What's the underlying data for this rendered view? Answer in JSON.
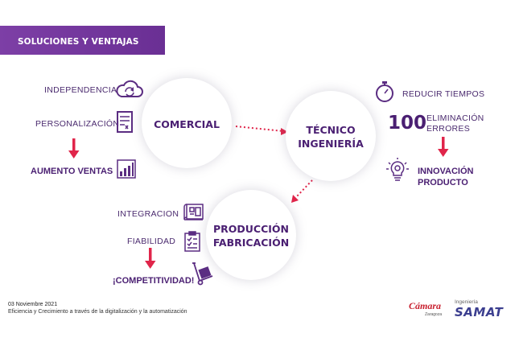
{
  "header": {
    "title": "SOLUCIONES Y VENTAJAS"
  },
  "circles": {
    "comercial": "COMERCIAL",
    "tecnico_line1": "TÉCNICO",
    "tecnico_line2": "INGENIERÍA",
    "produccion_line1": "PRODUCCIÓN",
    "produccion_line2": "FABRICACIÓN"
  },
  "comercial_items": {
    "independencia": "INDEPENDENCIA",
    "personalizacion": "PERSONALIZACIÓN",
    "aumento_ventas": "AUMENTO VENTAS"
  },
  "tecnico_items": {
    "reducir_tiempos": "REDUCIR TIEMPOS",
    "big_number": "100",
    "eliminacion_line1": "ELIMINACIÓN",
    "eliminacion_line2": "ERRORES",
    "innovacion_line1": "INNOVACIÓN",
    "innovacion_line2": "PRODUCTO"
  },
  "produccion_items": {
    "integracion": "INTEGRACION",
    "fiabilidad": "FIABILIDAD",
    "competitividad": "¡COMPETITIVIDAD!"
  },
  "icons": [
    "cloud-sync-icon",
    "checklist-document-icon",
    "bar-chart-icon",
    "stopwatch-icon",
    "lightbulb-gear-icon",
    "blueprint-icon",
    "clipboard-check-icon",
    "hand-truck-icon",
    "down-arrow-icon"
  ],
  "colors": {
    "purple": "#5b2d82",
    "header_purple": "#7d3fa6",
    "accent_red": "#e0254a",
    "brand_red": "#c8202f",
    "brand_blue": "#3b3e8f"
  },
  "footer": {
    "date": "03 Noviembre 2021",
    "description": "Eficiencia y Crecimiento a través de la digitalización y la automatización"
  },
  "brands": {
    "camara": "Cámara",
    "camara_sub": "Zaragoza",
    "samat_top": "Ingeniería",
    "samat": "SAMAT"
  }
}
